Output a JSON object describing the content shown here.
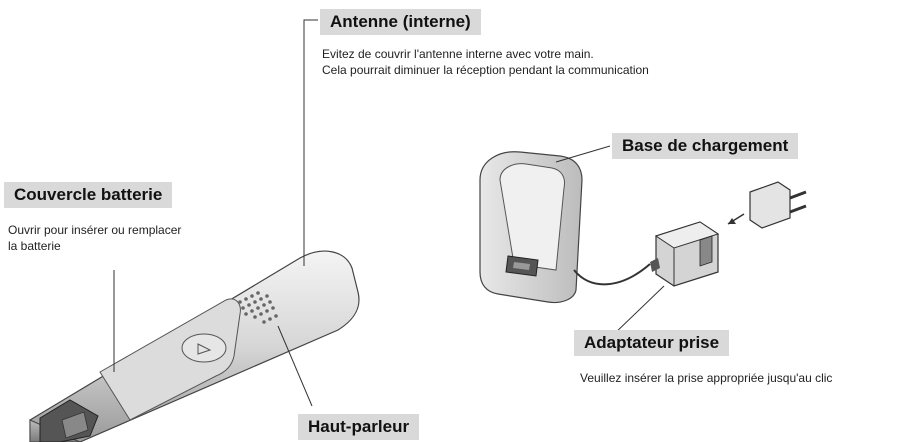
{
  "labels": {
    "antenna": {
      "title": "Antenne (interne)",
      "line1": "Evitez de couvrir l'antenne interne avec votre main.",
      "line2": "Cela pourrait diminuer la réception pendant la communication"
    },
    "charger": {
      "title": "Base de chargement"
    },
    "battery": {
      "title": "Couvercle batterie",
      "line1": "Ouvrir pour insérer ou remplacer",
      "line2": "la batterie"
    },
    "adapter": {
      "title": "Adaptateur prise",
      "line1": "Veuillez insérer la prise appropriée jusqu'au clic"
    },
    "speaker": {
      "title": "Haut-parleur"
    }
  }
}
